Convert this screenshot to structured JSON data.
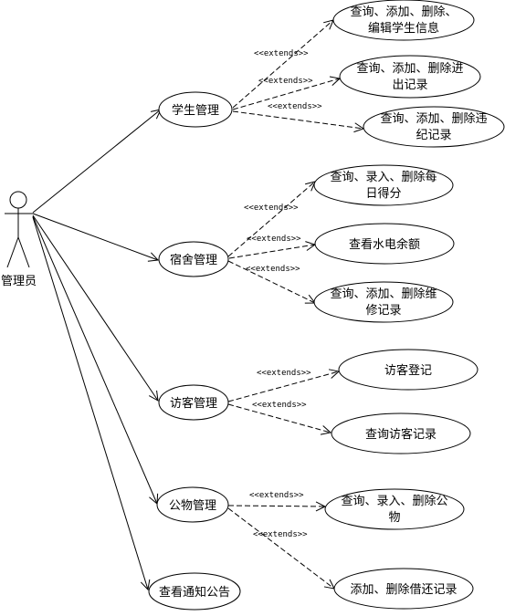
{
  "actor": {
    "label": "管理员"
  },
  "main_use_cases": {
    "student": "学生管理",
    "dorm": "宿舍管理",
    "visitor": "访客管理",
    "property": "公物管理",
    "notice": "查看通知公告"
  },
  "ext_use_cases": {
    "student_info": [
      "查询、添加、删除、",
      "编辑学生信息"
    ],
    "student_inout": [
      "查询、添加、删除进",
      "出记录"
    ],
    "student_violation": [
      "查询、添加、删除违",
      "纪记录"
    ],
    "dorm_score": [
      "查询、录入、删除每",
      "日得分"
    ],
    "dorm_balance": [
      "查看水电余额"
    ],
    "dorm_repair": [
      "查询、添加、删除维",
      "修记录"
    ],
    "visitor_register": [
      "访客登记"
    ],
    "visitor_query": [
      "查询访客记录"
    ],
    "property_manage": [
      "查询、录入、删除公",
      "物"
    ],
    "property_borrow": [
      "添加、删除借还记录"
    ]
  },
  "extend_label": "<<extends>>"
}
